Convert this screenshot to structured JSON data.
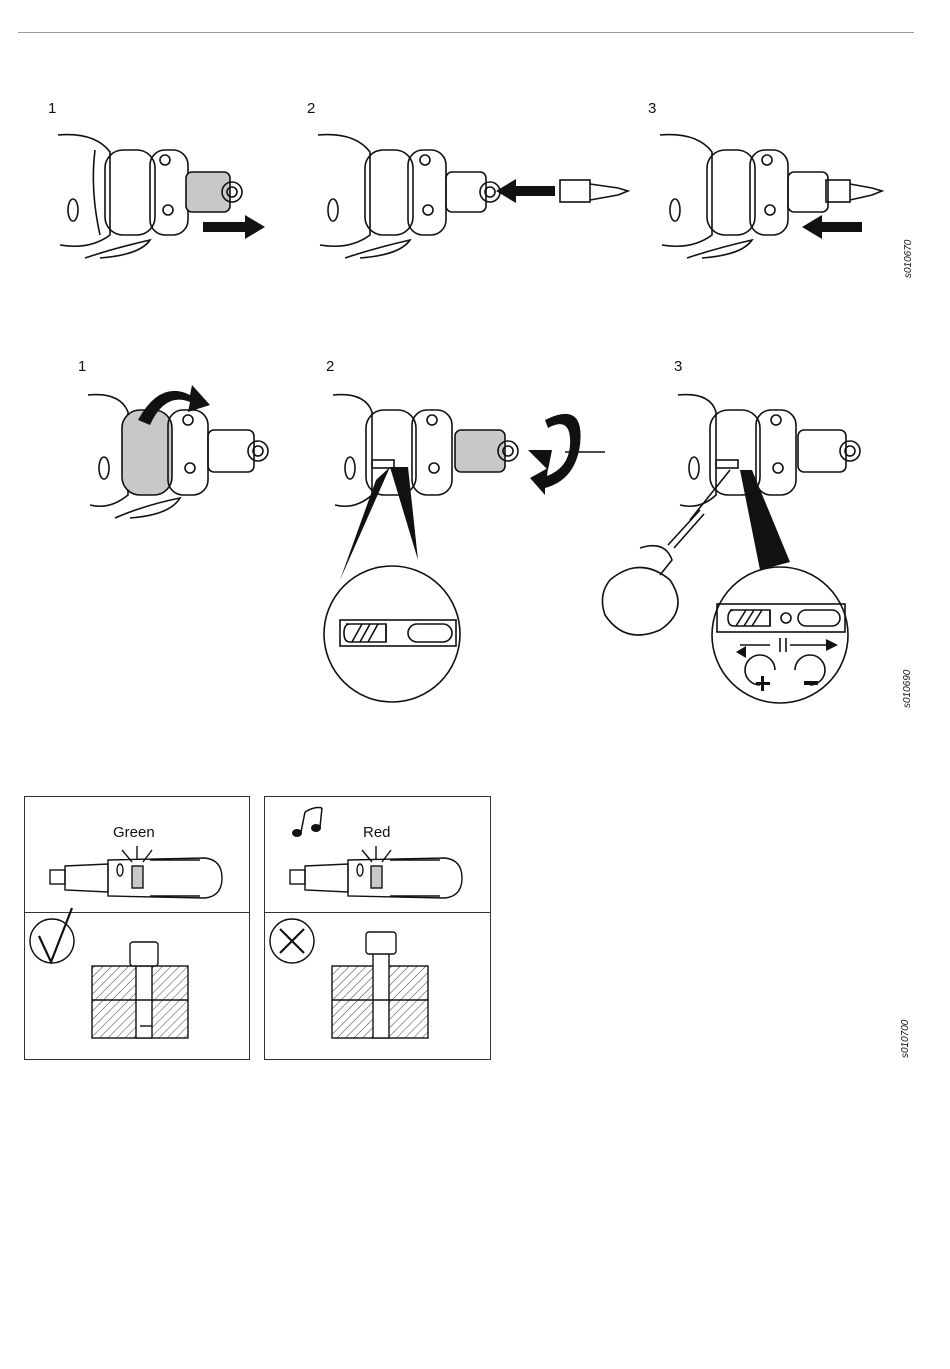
{
  "figure1": {
    "steps": [
      "1",
      "2",
      "3"
    ],
    "code": "s010670"
  },
  "figure2": {
    "steps": [
      "1",
      "2",
      "3"
    ],
    "code": "s010690"
  },
  "figure3": {
    "panel_ok_label": "Green",
    "panel_nok_label": "Red",
    "code": "s010700",
    "icons": [
      "checkmark-icon",
      "cross-icon",
      "music-note-icon"
    ]
  },
  "colors": {
    "line": "#111111",
    "gray_fill": "#c8c8c8"
  }
}
